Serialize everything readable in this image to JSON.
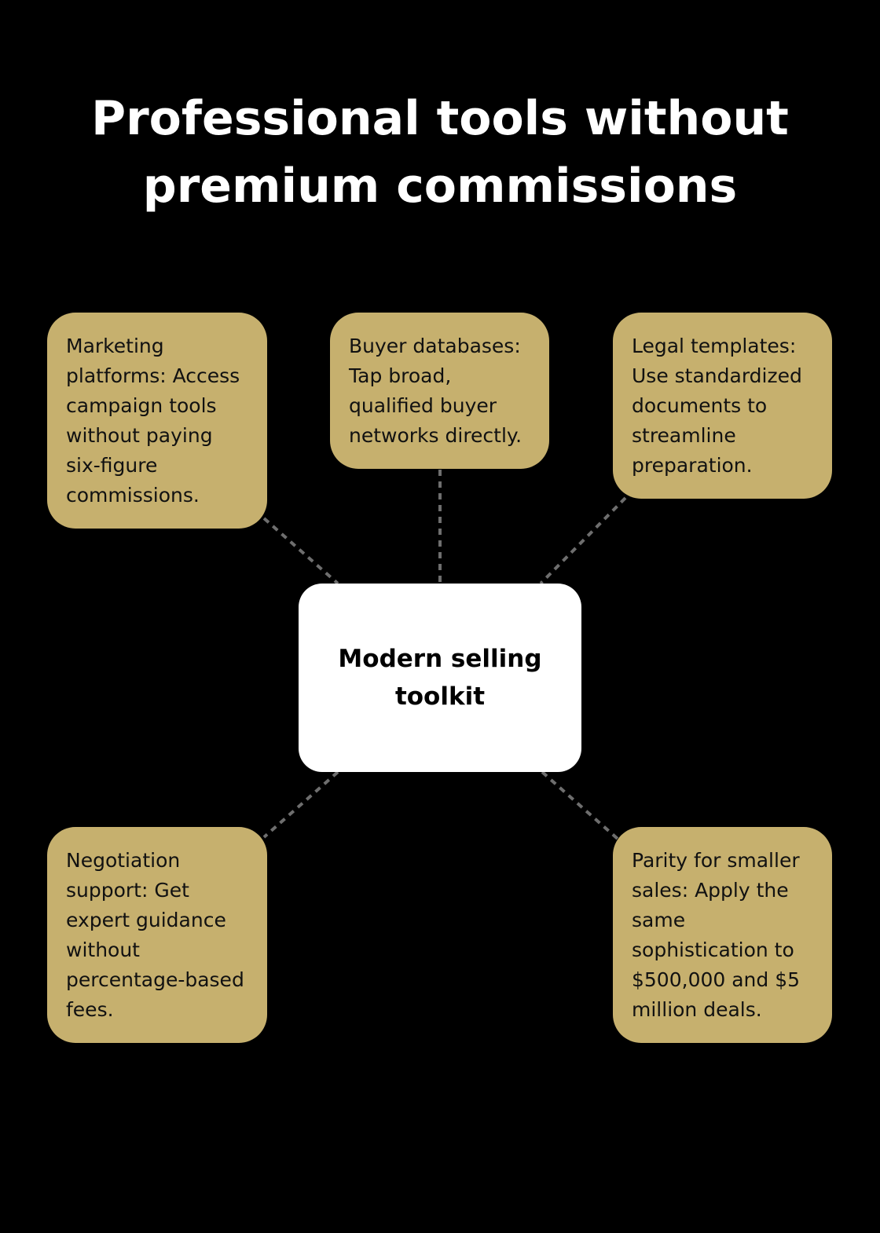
{
  "title": "Professional tools without premium commissions",
  "center": {
    "label": "Modern selling toolkit"
  },
  "nodes": [
    {
      "text": "Marketing platforms: Access campaign tools without paying six-figure commissions."
    },
    {
      "text": "Buyer databases: Tap broad, qualified buyer networks directly."
    },
    {
      "text": "Legal templates: Use standardized documents to streamline preparation."
    },
    {
      "text": "Negotiation support: Get expert guidance without percentage-based fees."
    },
    {
      "text": "Parity for smaller sales: Apply the same sophistication to $500,000 and $5 million deals."
    }
  ],
  "colors": {
    "background": "#000000",
    "node_fill": "#c6b06e",
    "center_fill": "#ffffff",
    "connector": "#6e6e6e"
  }
}
